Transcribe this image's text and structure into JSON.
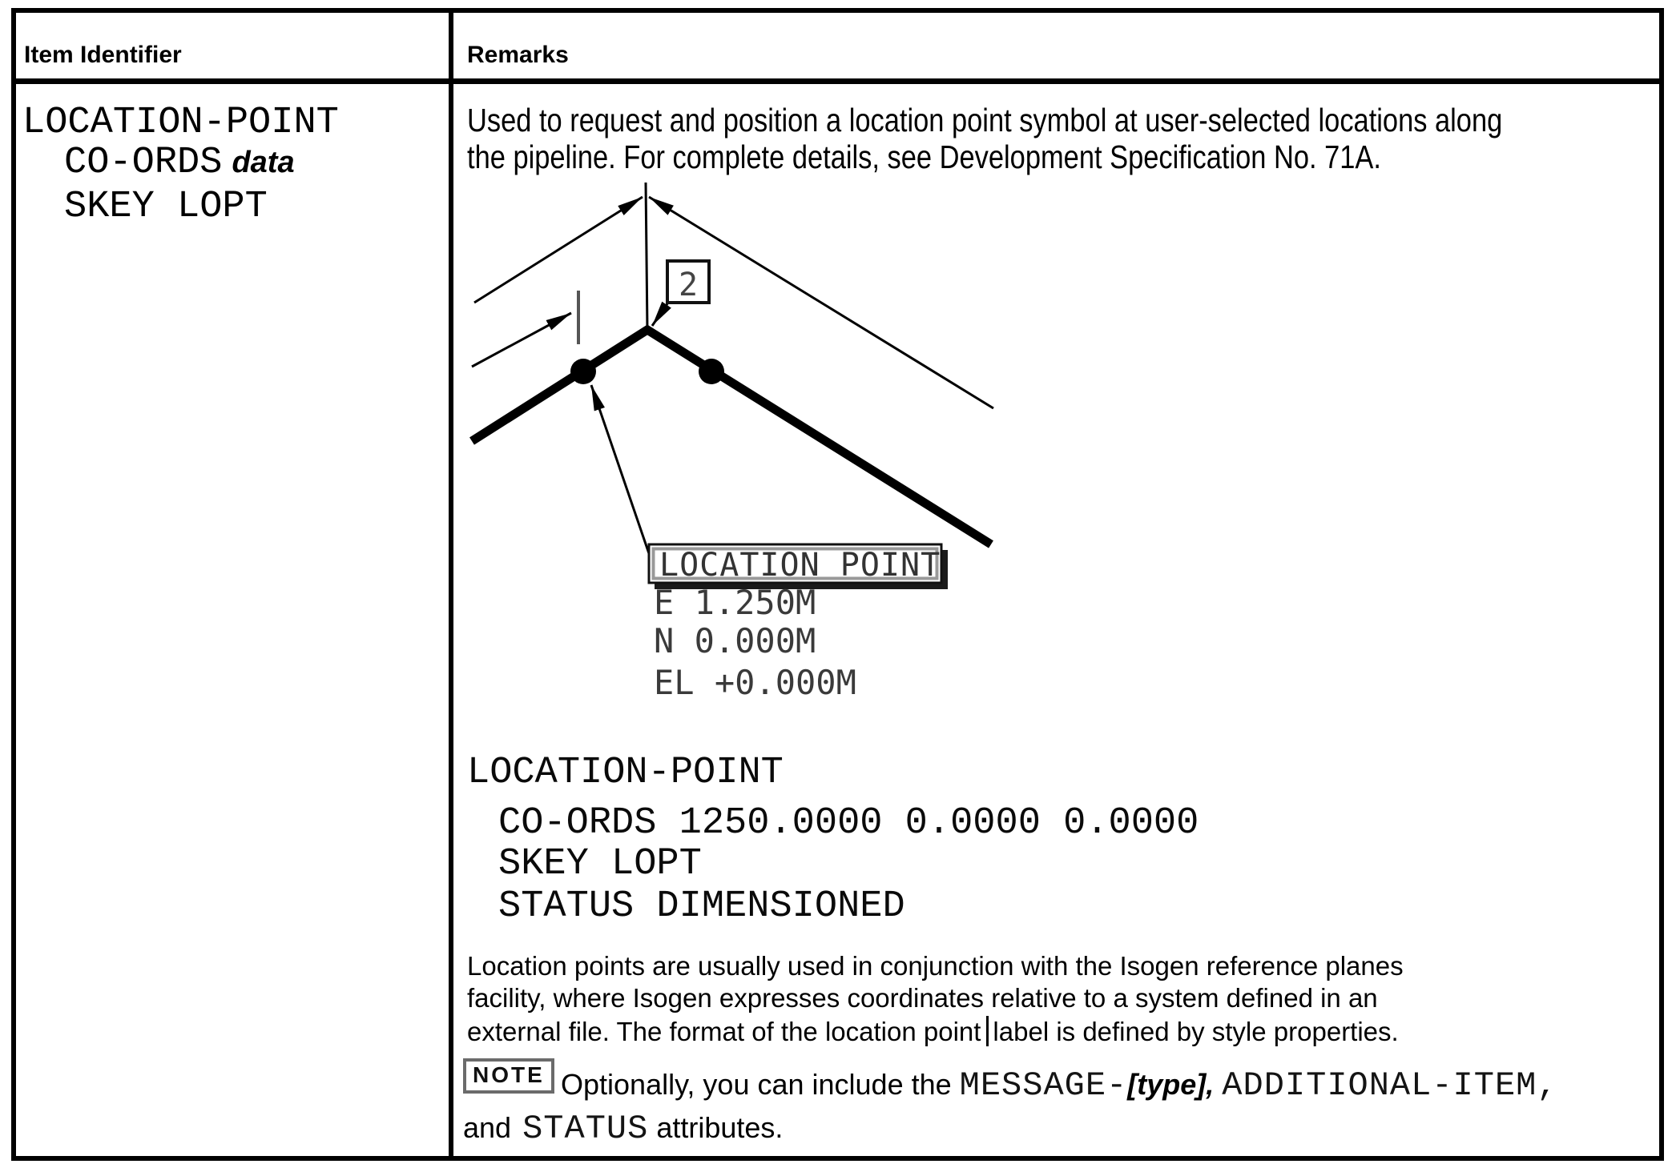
{
  "header": {
    "item_identifier": "Item Identifier",
    "remarks": "Remarks"
  },
  "item_identifier": {
    "line1": "LOCATION-POINT",
    "line2_keyword": "CO-ORDS",
    "line2_argument": "data",
    "line3": "SKEY LOPT"
  },
  "remarks": {
    "intro": {
      "line1": "Used to request and position a location point symbol at user-selected locations along",
      "line2": "the pipeline. For complete details, see Development Specification No. 71A."
    },
    "figure": {
      "point_marker_2": "2",
      "label_box": "LOCATION POINT",
      "coord_line_e": "E 1.250M",
      "coord_line_n": "N 0.000M",
      "coord_line_el": "EL +0.000M"
    },
    "code": {
      "line1": "LOCATION-POINT",
      "line2": "CO-ORDS  1250.0000  0.0000  0.0000",
      "line3": "SKEY  LOPT",
      "line4": "STATUS  DIMENSIONED"
    },
    "body": {
      "line1": "Location points are usually used in conjunction with the Isogen reference planes",
      "line2": "facility, where Isogen expresses coordinates relative to a system defined in an",
      "line3_before_caret": "external file. The format of the location point",
      "line3_after_caret": "label is defined by style properties."
    },
    "note": {
      "badge": "NOTE",
      "line1_text1": "Optionally, you can include the ",
      "line1_code1": "MESSAGE-",
      "line1_italic": "[type],",
      "line1_code2": "ADDITIONAL-ITEM,",
      "line2_text1": "and",
      "line2_code1": "STATUS",
      "line2_text2": " attributes."
    }
  }
}
